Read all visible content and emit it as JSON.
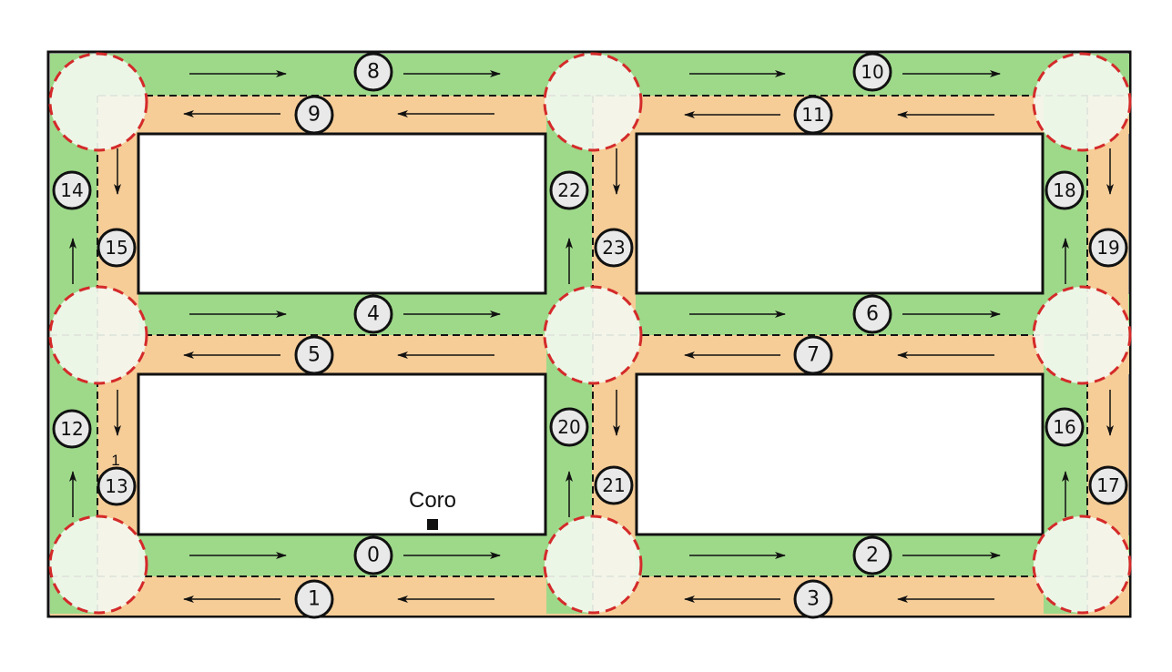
{
  "colors": {
    "green_lane": "#9ed98a",
    "orange_lane": "#f6cd97",
    "intersection_border": "#d42a2a",
    "block_border": "#111111",
    "badge_fill": "#e9e9e9",
    "arrow": "#111111"
  },
  "marker": {
    "label": "Coro",
    "small_label": "1"
  },
  "lane_labels": {
    "l0": "0",
    "l1": "1",
    "l2": "2",
    "l3": "3",
    "l4": "4",
    "l5": "5",
    "l6": "6",
    "l7": "7",
    "l8": "8",
    "l9": "9",
    "l10": "10",
    "l11": "11",
    "l12": "12",
    "l13": "13",
    "l14": "14",
    "l15": "15",
    "l16": "16",
    "l17": "17",
    "l18": "18",
    "l19": "19",
    "l20": "20",
    "l21": "21",
    "l22": "22",
    "l23": "23"
  }
}
